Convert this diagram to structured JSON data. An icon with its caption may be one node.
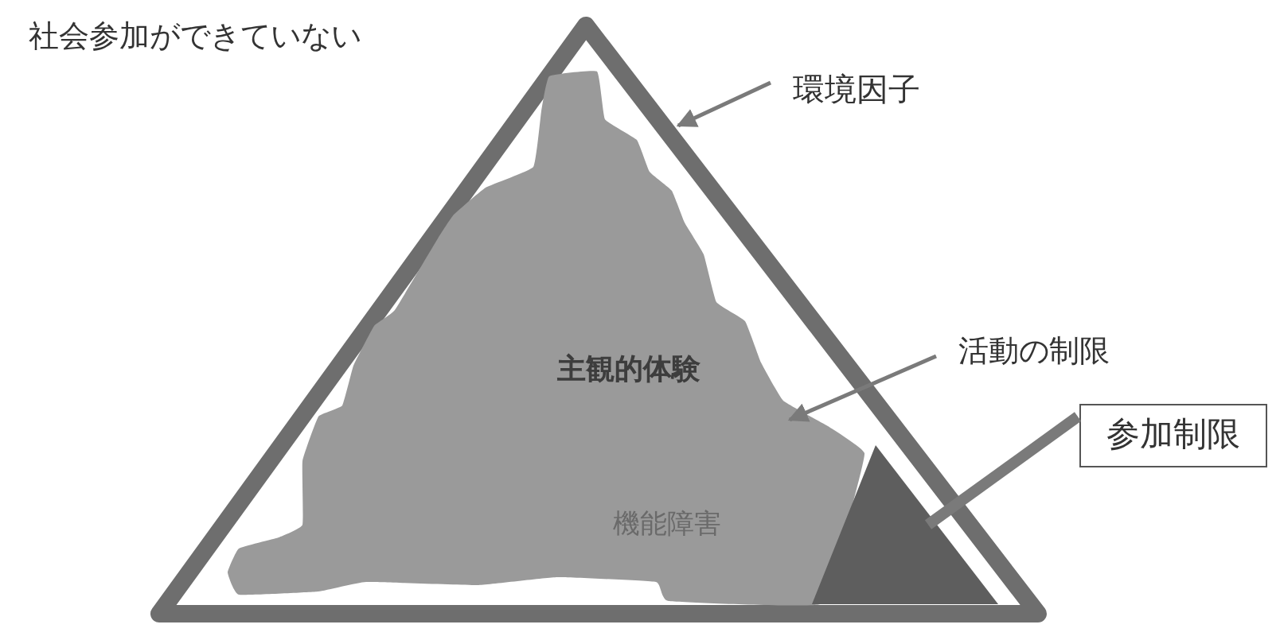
{
  "diagram": {
    "title": "社会参加ができていない",
    "nodes": [
      {
        "text": [],
        "shape": "triangle"
      },
      {
        "text": [
          "環境因子"
        ]
      },
      {
        "text": [
          "主観的体験",
          "機能障害"
        ],
        "in": 0
      },
      {
        "text": [
          "活動の制限"
        ]
      },
      {
        "text": [],
        "shape": "triangle",
        "in": 0
      },
      {
        "text": [
          "参加制限"
        ]
      }
    ],
    "edges": [
      {
        "from": 1,
        "to": 0,
        "arrow": "to"
      },
      {
        "from": 3,
        "to": 2,
        "arrow": "to"
      },
      {
        "from": 5,
        "to": 4,
        "arrow": "none",
        "style": "thick"
      }
    ]
  }
}
